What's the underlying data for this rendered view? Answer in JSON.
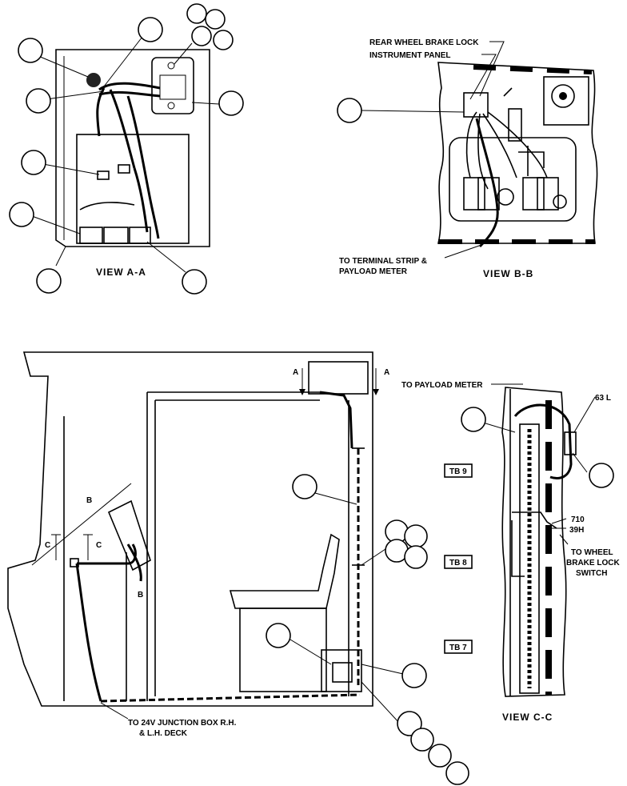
{
  "views": {
    "a": "VIEW A-A",
    "b": "VIEW B-B",
    "c": "VIEW C-C"
  },
  "labels": {
    "rear_wheel_brake_lock": "REAR WHEEL BRAKE LOCK",
    "instrument_panel": "INSTRUMENT PANEL",
    "to_terminal_strip_1": "TO TERMINAL STRIP &",
    "to_terminal_strip_2": "PAYLOAD METER",
    "to_payload_meter": "TO  PAYLOAD METER",
    "wire_63l": "63 L",
    "wire_710": "710",
    "wire_39h": "39H",
    "to_wheel_1": "TO WHEEL",
    "to_wheel_2": "BRAKE LOCK",
    "to_wheel_3": "SWITCH",
    "to_junction_1": "TO 24V JUNCTION BOX  R.H.",
    "to_junction_2": "& L.H. DECK"
  },
  "terminal_blocks": [
    "TB 9",
    "TB 8",
    "TB 7"
  ],
  "section_marks": {
    "a_left": "A",
    "a_right": "A",
    "b_top": "B",
    "b_bottom": "B",
    "c_left": "C",
    "c_right": "C"
  }
}
